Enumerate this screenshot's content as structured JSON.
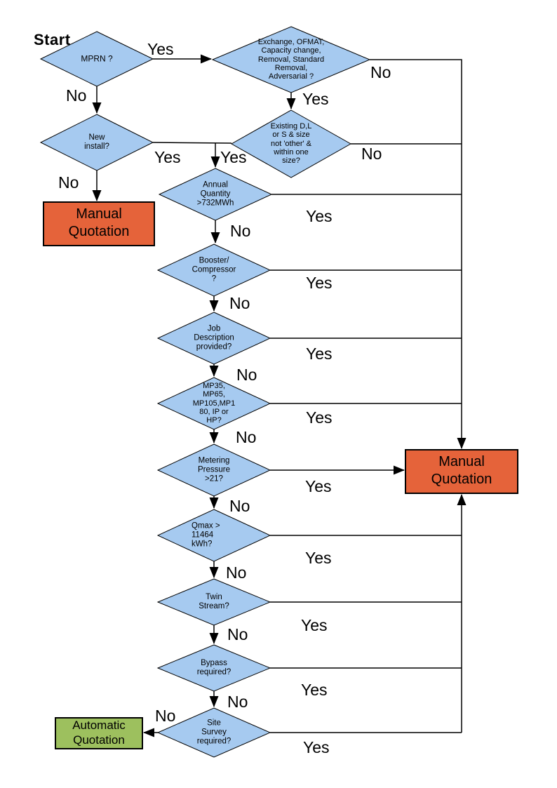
{
  "start_label": "Start",
  "colors": {
    "decision_fill": "#a6caf0",
    "decision_border": "#000000",
    "manual_fill": "#e5633a",
    "automatic_fill": "#9dc05e",
    "line": "#000000",
    "text": "#000000"
  },
  "nodes": {
    "mprn": "MPRN ?",
    "exchange": "Exchange, OFMAT,\nCapacity change,\nRemoval, Standard\nRemoval,\nAdversarial ?",
    "new_install": "New\ninstall?",
    "existing": "Existing D,L\nor S & size\nnot 'other' &\nwithin one\nsize?",
    "annual": "Annual\nQuantity\n>732MWh",
    "booster": "Booster/\nCompressor\n?",
    "job": "Job\nDescription\nprovided?",
    "mp": "MP35,\nMP65,\nMP105,MP1\n80, IP or\nHP?",
    "metering": "Metering\nPressure\n>21?",
    "qmax": "Qmax >\n11464\nkWh?",
    "twin": "Twin\nStream?",
    "bypass": "Bypass\nrequired?",
    "survey": "Site\nSurvey\nrequired?"
  },
  "terminals": {
    "manual_left": "Manual\nQuotation",
    "manual_right": "Manual\nQuotation",
    "automatic": "Automatic\nQuotation"
  },
  "edge_labels": {
    "mprn_yes": "Yes",
    "mprn_no": "No",
    "exchange_yes": "Yes",
    "exchange_no": "No",
    "newinstall_yes": "Yes",
    "newinstall_no": "No",
    "existing_yes": "Yes",
    "existing_no": "No",
    "annual_yes": "Yes",
    "annual_no": "No",
    "booster_yes": "Yes",
    "booster_no": "No",
    "job_yes": "Yes",
    "job_no": "No",
    "mp_yes": "Yes",
    "mp_no": "No",
    "metering_yes": "Yes",
    "metering_no": "No",
    "qmax_yes": "Yes",
    "qmax_no": "No",
    "twin_yes": "Yes",
    "twin_no": "No",
    "bypass_yes": "Yes",
    "bypass_no": "No",
    "survey_yes": "Yes",
    "survey_no": "No"
  }
}
